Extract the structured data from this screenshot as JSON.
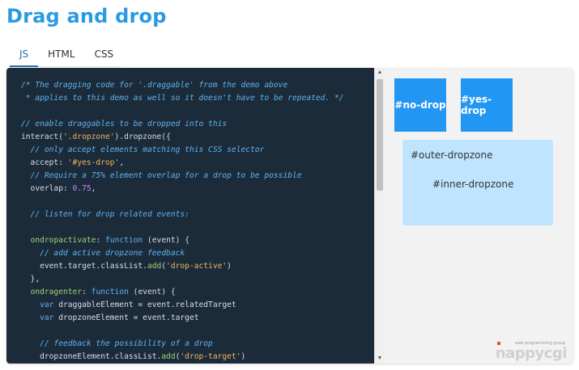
{
  "page": {
    "title": "Drag and drop"
  },
  "tabs": [
    {
      "label": "JS",
      "active": true
    },
    {
      "label": "HTML",
      "active": false
    },
    {
      "label": "CSS",
      "active": false
    }
  ],
  "code": {
    "lines": [
      "/* The dragging code for '.draggable' from the demo above",
      " * applies to this demo as well so it doesn't have to be repeated. */",
      "",
      "// enable draggables to be dropped into this",
      "interact('.dropzone').dropzone({",
      "  // only accept elements matching this CSS selector",
      "  accept: '#yes-drop',",
      "  // Require a 75% element overlap for a drop to be possible",
      "  overlap: 0.75,",
      "",
      "  // listen for drop related events:",
      "",
      "  ondropactivate: function (event) {",
      "    // add active dropzone feedback",
      "    event.target.classList.add('drop-active')",
      "  },",
      "  ondragenter: function (event) {",
      "    var draggableElement = event.relatedTarget",
      "    var dropzoneElement = event.target",
      "",
      "    // feedback the possibility of a drop",
      "    dropzoneElement.classList.add('drop-target')"
    ]
  },
  "demo": {
    "no_drop_label": "#no-drop",
    "yes_drop_label": "#yes-drop",
    "outer_dropzone_label": "#outer-dropzone",
    "inner_dropzone_label": "#inner-dropzone"
  },
  "watermark": {
    "tagline": "web programming group",
    "brand": "nappycgi"
  },
  "colors": {
    "title": "#2a9be3",
    "draggable": "#2196f3",
    "dropzone": "#bfe4ff",
    "code_bg": "#1c2b3a"
  }
}
